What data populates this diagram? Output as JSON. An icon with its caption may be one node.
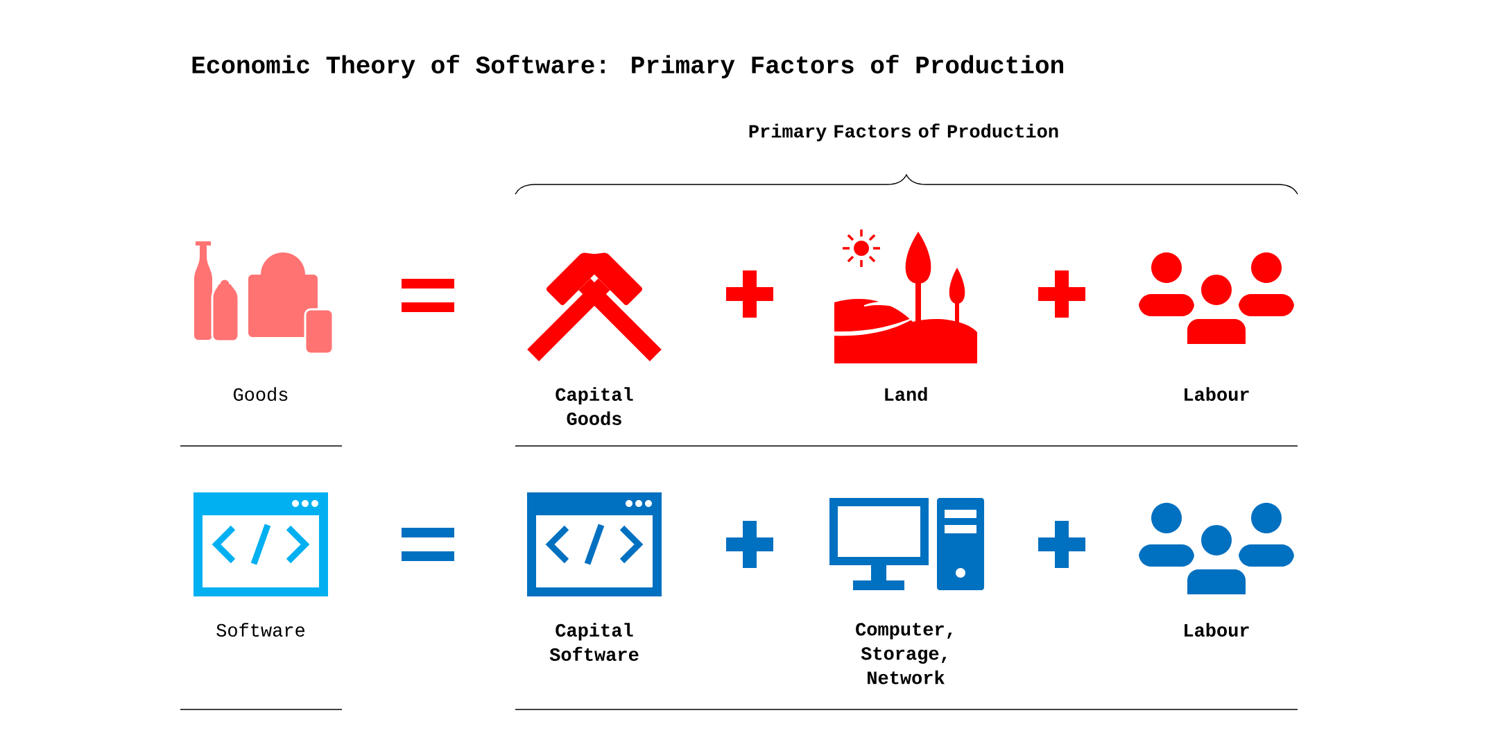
{
  "diagram": {
    "title": "Economic Theory of Software: Primary Factors of Production",
    "labels": [
      "Primary Factors of Production",
      "Goods",
      "Capital Goods",
      "Land",
      "Labour",
      "Software",
      "Capital Software",
      "Computer, Storage, Network",
      "Labour"
    ]
  }
}
